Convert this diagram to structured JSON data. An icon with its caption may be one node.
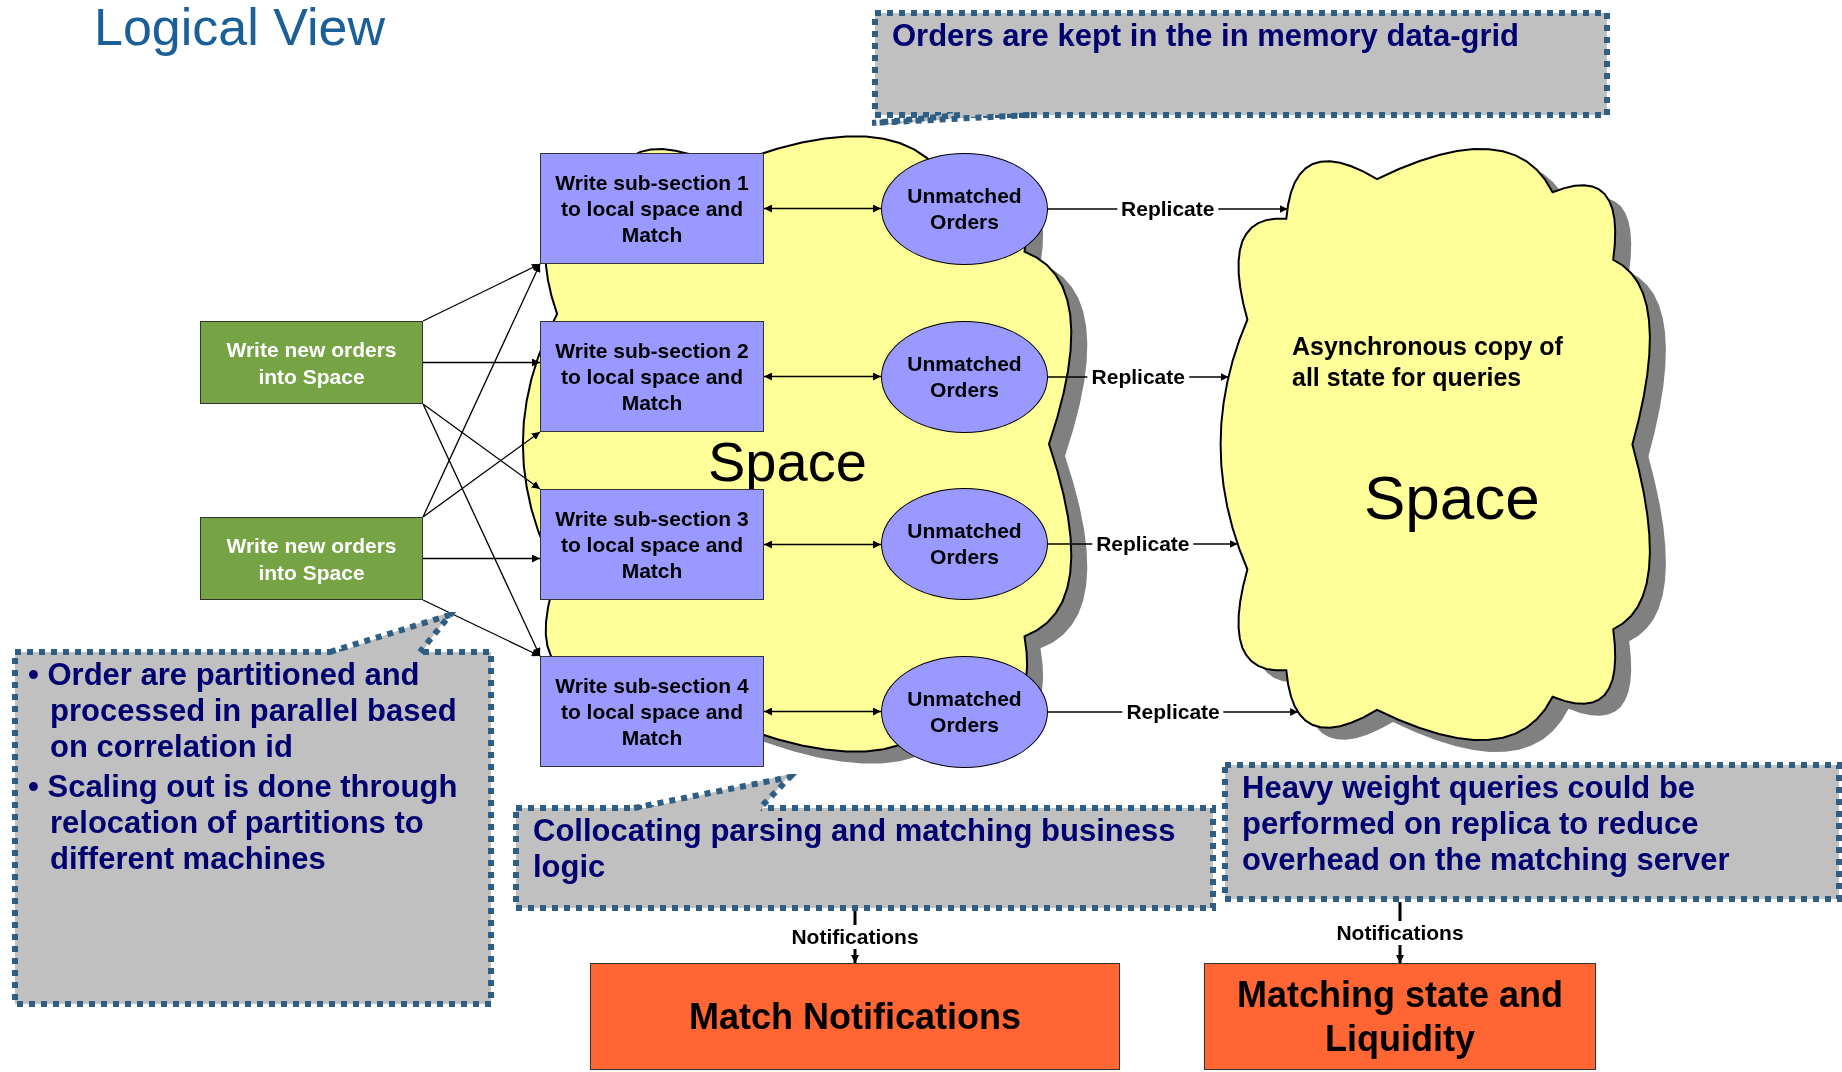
{
  "diagram": {
    "title": "Logical View",
    "nodes": [
      {
        "text": [
          "Space"
        ]
      },
      {
        "text": [
          "Asynchronous copy of all state for queries",
          "Space"
        ]
      },
      {
        "text": [
          "Write new orders into Space"
        ]
      },
      {
        "text": [
          "Write new orders into Space"
        ]
      },
      {
        "text": [
          "Write sub-section 1 to local space and Match"
        ],
        "in": 0
      },
      {
        "text": [
          "Write sub-section 2 to local space and Match"
        ],
        "in": 0
      },
      {
        "text": [
          "Write sub-section 3 to local space and Match"
        ],
        "in": 0
      },
      {
        "text": [
          "Write sub-section 4 to local space and Match"
        ],
        "in": 0
      },
      {
        "text": [
          "Unmatched Orders"
        ],
        "in": 0
      },
      {
        "text": [
          "Unmatched Orders"
        ],
        "in": 0
      },
      {
        "text": [
          "Unmatched Orders"
        ],
        "in": 0
      },
      {
        "text": [
          "Unmatched Orders"
        ],
        "in": 0
      },
      {
        "text": [
          "Orders are kept in the in memory data-grid"
        ]
      },
      {
        "text": [
          "• Order are partitioned and processed in parallel based on correlation id",
          "• Scaling out is done through relocation of partitions to different machines"
        ]
      },
      {
        "text": [
          "Collocating parsing and matching business logic"
        ]
      },
      {
        "text": [
          "Heavy weight queries could be performed on replica to reduce overhead on the matching server"
        ]
      },
      {
        "text": [
          "Match Notifications"
        ]
      },
      {
        "text": [
          "Matching state and Liquidity"
        ]
      }
    ],
    "edges": [
      {
        "from": 2,
        "to": 4,
        "arrow": "to"
      },
      {
        "from": 2,
        "to": 5,
        "arrow": "to"
      },
      {
        "from": 2,
        "to": 6,
        "arrow": "to"
      },
      {
        "from": 2,
        "to": 7,
        "arrow": "to"
      },
      {
        "from": 3,
        "to": 4,
        "arrow": "to"
      },
      {
        "from": 3,
        "to": 5,
        "arrow": "to"
      },
      {
        "from": 3,
        "to": 6,
        "arrow": "to"
      },
      {
        "from": 3,
        "to": 7,
        "arrow": "to"
      },
      {
        "from": 4,
        "to": 8,
        "arrow": "both"
      },
      {
        "from": 5,
        "to": 9,
        "arrow": "both"
      },
      {
        "from": 6,
        "to": 10,
        "arrow": "both"
      },
      {
        "from": 7,
        "to": 11,
        "arrow": "both"
      },
      {
        "from": 8,
        "to": 1,
        "arrow": "to",
        "label": "Replicate"
      },
      {
        "from": 9,
        "to": 1,
        "arrow": "to",
        "label": "Replicate"
      },
      {
        "from": 10,
        "to": 1,
        "arrow": "to",
        "label": "Replicate"
      },
      {
        "from": 11,
        "to": 1,
        "arrow": "to",
        "label": "Replicate"
      },
      {
        "from": 14,
        "to": 16,
        "arrow": "to",
        "label": "Notifications"
      },
      {
        "from": 15,
        "to": 17,
        "arrow": "to",
        "label": "Notifications"
      }
    ]
  }
}
